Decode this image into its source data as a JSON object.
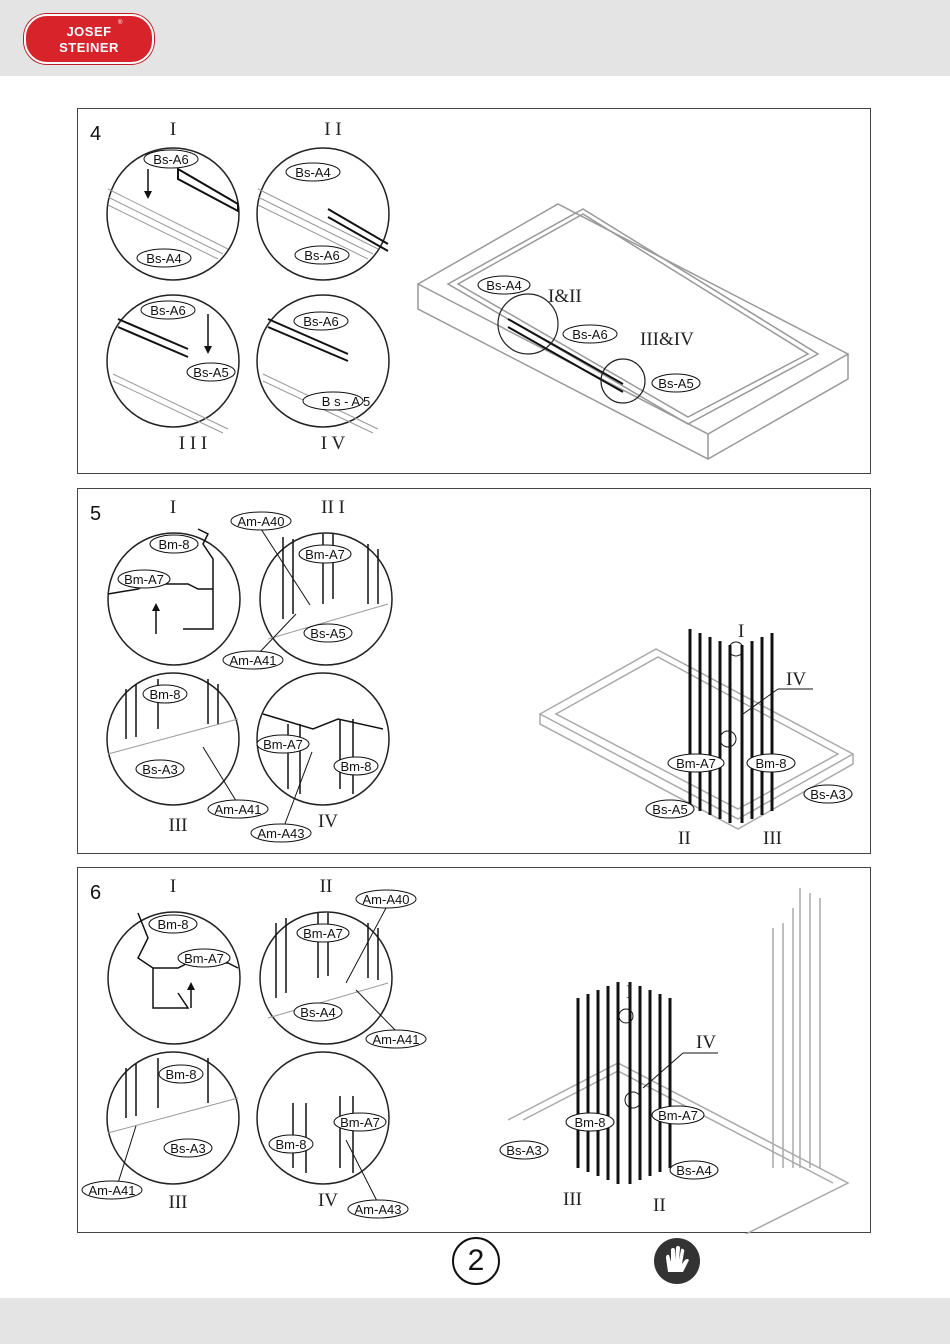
{
  "brand": {
    "line1": "JOSEF",
    "line2": "STEINER",
    "reg": "®"
  },
  "steps": [
    {
      "number": "4"
    },
    {
      "number": "5"
    },
    {
      "number": "6"
    }
  ],
  "labels": {
    "bs_a4": "Bs-A4",
    "bs_a5": "Bs-A5",
    "bs_a6": "Bs-A6",
    "bs_a3": "Bs-A3",
    "bs_a5_spaced": "B s - A 5",
    "bm_8": "Bm-8",
    "bm_a7": "Bm-A7",
    "am_a40": "Am-A40",
    "am_a41": "Am-A41",
    "am_a43": "Am-A43"
  },
  "roman": {
    "I": "I",
    "II": "I I",
    "II_b": "II",
    "III": "I I I",
    "III_b": "III",
    "IV": "I V",
    "IV_b": "IV",
    "III_b2": "II I",
    "I_II": "I&II",
    "III_IV": "III&IV"
  },
  "page_number": "2",
  "icons": {
    "logo": "josef-steiner-logo",
    "glove": "gloves-icon"
  }
}
